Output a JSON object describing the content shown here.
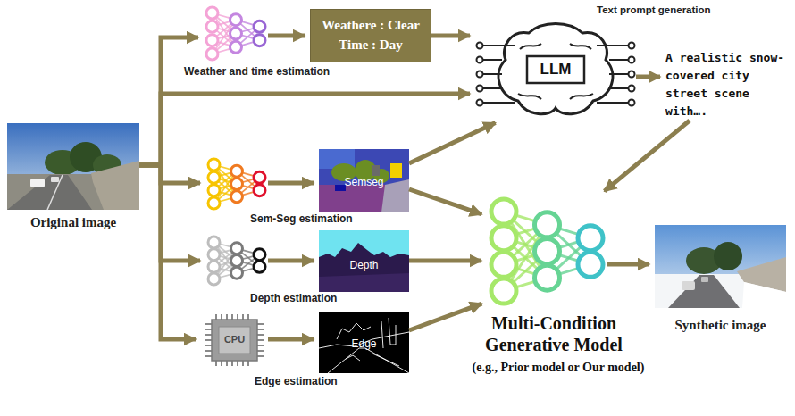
{
  "diagram": {
    "nodes": [
      {
        "text": [
          "Original image"
        ]
      },
      {
        "text": [
          "Weather and time estimation"
        ]
      },
      {
        "text": [
          "Weathere : Clear",
          "Time : Day"
        ]
      },
      {
        "text": [
          "Text prompt generation",
          "LLM"
        ]
      },
      {
        "text": [
          "A realistic snow-covered city street scene with…."
        ]
      },
      {
        "text": [
          "Sem-Seg estimation"
        ]
      },
      {
        "text": [
          "Semseg"
        ]
      },
      {
        "text": [
          "Depth estimation"
        ]
      },
      {
        "text": [
          "Depth"
        ]
      },
      {
        "text": [
          "CPU",
          "Edge estimation"
        ]
      },
      {
        "text": [
          "Edge"
        ]
      },
      {
        "text": [
          "Multi-Condition Generative Model",
          "(e.g., Prior model or Our model)"
        ]
      },
      {
        "text": [
          "Synthetic image"
        ]
      }
    ],
    "edges": [
      {
        "from": 0,
        "to": 1,
        "arrow": "to"
      },
      {
        "from": 1,
        "to": 2,
        "arrow": "to"
      },
      {
        "from": 2,
        "to": 3,
        "arrow": "to"
      },
      {
        "from": 0,
        "to": 3,
        "arrow": "to"
      },
      {
        "from": 0,
        "to": 5,
        "arrow": "to"
      },
      {
        "from": 0,
        "to": 7,
        "arrow": "to"
      },
      {
        "from": 0,
        "to": 9,
        "arrow": "to"
      },
      {
        "from": 5,
        "to": 6,
        "arrow": "to"
      },
      {
        "from": 7,
        "to": 8,
        "arrow": "to"
      },
      {
        "from": 9,
        "to": 10,
        "arrow": "to"
      },
      {
        "from": 6,
        "to": 3,
        "arrow": "to"
      },
      {
        "from": 6,
        "to": 11,
        "arrow": "to"
      },
      {
        "from": 8,
        "to": 11,
        "arrow": "to"
      },
      {
        "from": 10,
        "to": 11,
        "arrow": "to"
      },
      {
        "from": 3,
        "to": 4,
        "arrow": "to"
      },
      {
        "from": 4,
        "to": 11,
        "arrow": "to"
      },
      {
        "from": 11,
        "to": 12,
        "arrow": "to"
      }
    ]
  }
}
